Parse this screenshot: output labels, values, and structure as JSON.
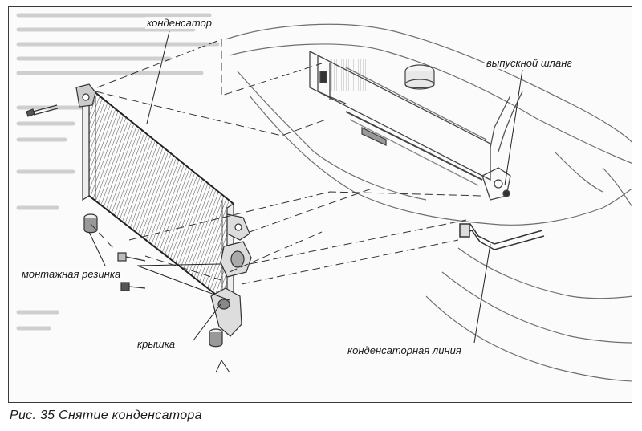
{
  "figure": {
    "caption": "Рис. 35 Снятие конденсатора",
    "labels": {
      "condenser": "конденсатор",
      "discharge_hose": "выпускной шланг",
      "mounting_rubber": "монтажная резинка",
      "cover": "крышка",
      "condenser_line": "конденсаторная линия"
    }
  }
}
